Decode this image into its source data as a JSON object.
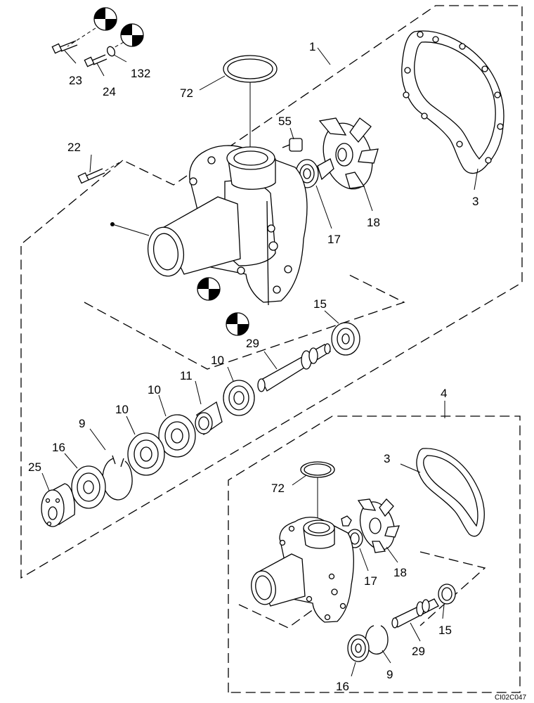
{
  "diagram_code": "CI02C047",
  "callouts": {
    "c1": "1",
    "c3a": "3",
    "c4": "4",
    "c3b": "3",
    "c9a": "9",
    "c9b": "9",
    "c10a": "10",
    "c10b": "10",
    "c10c": "10",
    "c11": "11",
    "c15a": "15",
    "c15b": "15",
    "c16a": "16",
    "c16b": "16",
    "c17a": "17",
    "c17b": "17",
    "c18a": "18",
    "c18b": "18",
    "c22": "22",
    "c23": "23",
    "c24": "24",
    "c25": "25",
    "c29a": "29",
    "c29b": "29",
    "c55": "55",
    "c72a": "72",
    "c72b": "72",
    "c132": "132"
  }
}
